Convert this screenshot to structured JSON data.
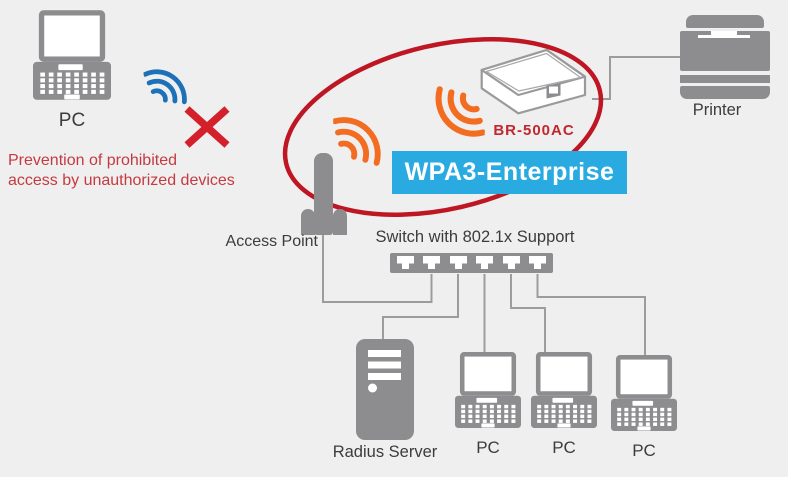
{
  "colors": {
    "background": "#efefef",
    "device_gray": "#8d8d90",
    "line_gray": "#9c9c9c",
    "banner_blue": "#29abe2",
    "wifi_blue": "#1d71b8",
    "wifi_orange": "#f26c21",
    "alert_red": "#d4202a",
    "caption_red": "#c53a40",
    "ellipse_red": "#be1622",
    "model_red": "#c1272d",
    "label_gray": "#3c3c3c"
  },
  "banner": {
    "label": "WPA3-Enterprise"
  },
  "caption": {
    "line1": "Prevention of prohibited",
    "line2": "access by unauthorized devices"
  },
  "nodes": {
    "pc_top": {
      "label": "PC"
    },
    "access_point": {
      "label": "Access Point"
    },
    "switch": {
      "label": "Switch with 802.1x Support"
    },
    "router": {
      "model": "BR-500AC"
    },
    "printer": {
      "label": "Printer"
    },
    "radius_server": {
      "label": "Radius Server"
    },
    "pc1": {
      "label": "PC"
    },
    "pc2": {
      "label": "PC"
    },
    "pc3": {
      "label": "PC"
    }
  },
  "icons": {
    "wifi_blue": "wifi-signal-arcs",
    "wifi_orange_access_point": "wifi-signal-arcs",
    "wifi_orange_router": "wifi-signal-arcs",
    "blocked_x": "x-mark",
    "switch_ports_count": 6
  }
}
